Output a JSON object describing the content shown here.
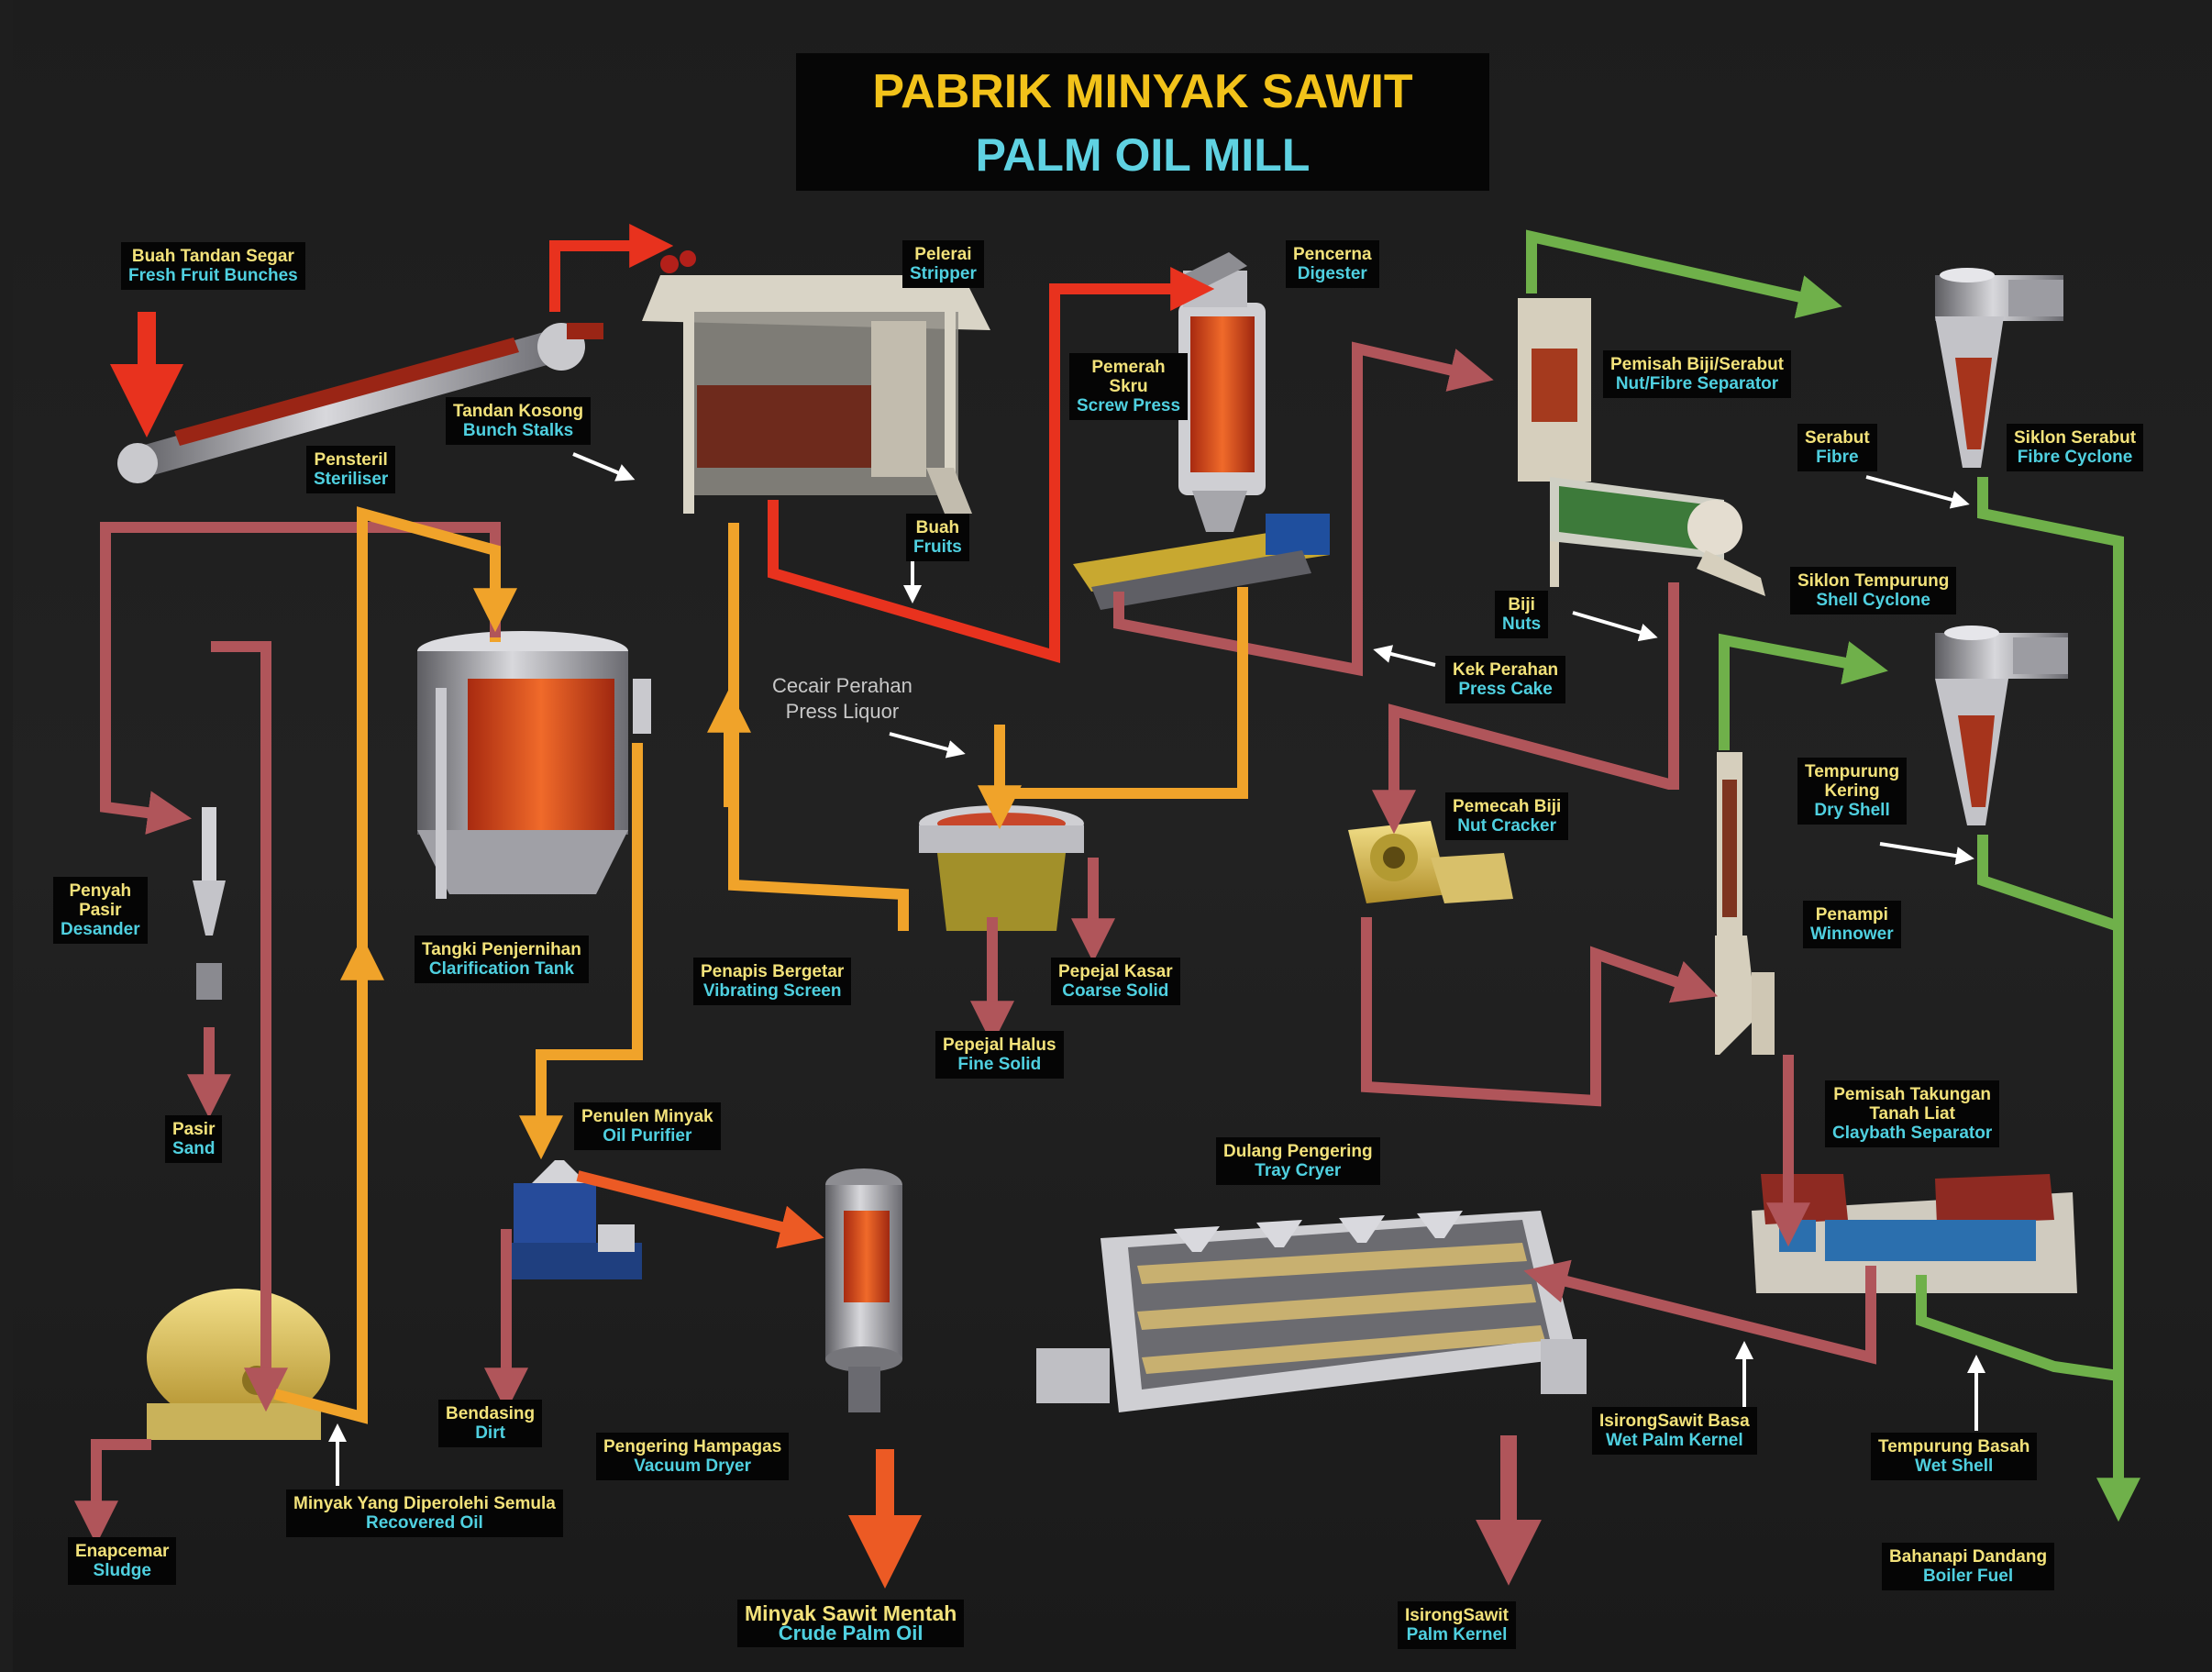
{
  "title": {
    "malay": "PABRIK MINYAK SAWIT",
    "english": "PALM OIL MILL"
  },
  "press_liquor": {
    "malay": "Cecair Perahan",
    "english": "Press Liquor"
  },
  "labels": {
    "fresh_fruit_bunches": {
      "malay": "Buah Tandan Segar",
      "english": "Fresh Fruit Bunches"
    },
    "steriliser": {
      "malay": "Pensteril",
      "english": "Steriliser"
    },
    "bunch_stalks": {
      "malay": "Tandan Kosong",
      "english": "Bunch Stalks"
    },
    "stripper": {
      "malay": "Pelerai",
      "english": "Stripper"
    },
    "fruits": {
      "malay": "Buah",
      "english": "Fruits"
    },
    "screw_press": {
      "malay": "Pemerah",
      "malay2": "Skru",
      "english": "Screw Press"
    },
    "digester": {
      "malay": "Pencerna",
      "english": "Digester"
    },
    "nut_fibre_separator": {
      "malay": "Pemisah Biji/Serabut",
      "english": "Nut/Fibre Separator"
    },
    "fibre": {
      "malay": "Serabut",
      "english": "Fibre"
    },
    "fibre_cyclone": {
      "malay": "Siklon Serabut",
      "english": "Fibre Cyclone"
    },
    "nuts": {
      "malay": "Biji",
      "english": "Nuts"
    },
    "shell_cyclone": {
      "malay": "Siklon Tempurung",
      "english": "Shell Cyclone"
    },
    "press_cake": {
      "malay": "Kek Perahan",
      "english": "Press Cake"
    },
    "dry_shell": {
      "malay": "Tempurung",
      "malay2": "Kering",
      "english": "Dry Shell"
    },
    "nut_cracker": {
      "malay": "Pemecah Biji",
      "english": "Nut Cracker"
    },
    "winnower": {
      "malay": "Penampi",
      "english": "Winnower"
    },
    "desander": {
      "malay": "Penyah",
      "malay2": "Pasir",
      "english": "Desander"
    },
    "clarification_tank": {
      "malay": "Tangki Penjernihan",
      "english": "Clarification Tank"
    },
    "vibrating_screen": {
      "malay": "Penapis Bergetar",
      "english": "Vibrating Screen"
    },
    "coarse_solid": {
      "malay": "Pepejal Kasar",
      "english": "Coarse Solid"
    },
    "fine_solid": {
      "malay": "Pepejal Halus",
      "english": "Fine Solid"
    },
    "claybath_separator": {
      "malay": "Pemisah Takungan",
      "malay2": "Tanah Liat",
      "english": "Claybath Separator"
    },
    "sand": {
      "malay": "Pasir",
      "english": "Sand"
    },
    "oil_purifier": {
      "malay": "Penulen Minyak",
      "english": "Oil Purifier"
    },
    "tray_dryer": {
      "malay": "Dulang Pengering",
      "english": "Tray Cryer"
    },
    "dirt": {
      "malay": "Bendasing",
      "english": "Dirt"
    },
    "vacuum_dryer": {
      "malay": "Pengering Hampagas",
      "english": "Vacuum Dryer"
    },
    "wet_palm_kernel": {
      "malay": "IsirongSawit Basa",
      "english": "Wet Palm Kernel"
    },
    "wet_shell": {
      "malay": "Tempurung Basah",
      "english": "Wet Shell"
    },
    "recovered_oil": {
      "malay": "Minyak Yang Diperolehi Semula",
      "english": "Recovered Oil"
    },
    "sludge": {
      "malay": "Enapcemar",
      "english": "Sludge"
    },
    "boiler_fuel": {
      "malay": "Bahanapi Dandang",
      "english": "Boiler Fuel"
    },
    "crude_palm_oil": {
      "malay": "Minyak Sawit Mentah",
      "english": "Crude Palm Oil"
    },
    "palm_kernel": {
      "malay": "IsirongSawit",
      "english": "Palm Kernel"
    }
  },
  "colors": {
    "background": "#1e1e1e",
    "label_malay": "#f3e27a",
    "label_english": "#4fd0e0",
    "title_malay": "#f2c21a",
    "title_english": "#5fd2e2",
    "flow_red": "#e8321e",
    "flow_rose": "#b0555a",
    "flow_orange": "#f0a32a",
    "flow_green": "#6fb04a"
  }
}
